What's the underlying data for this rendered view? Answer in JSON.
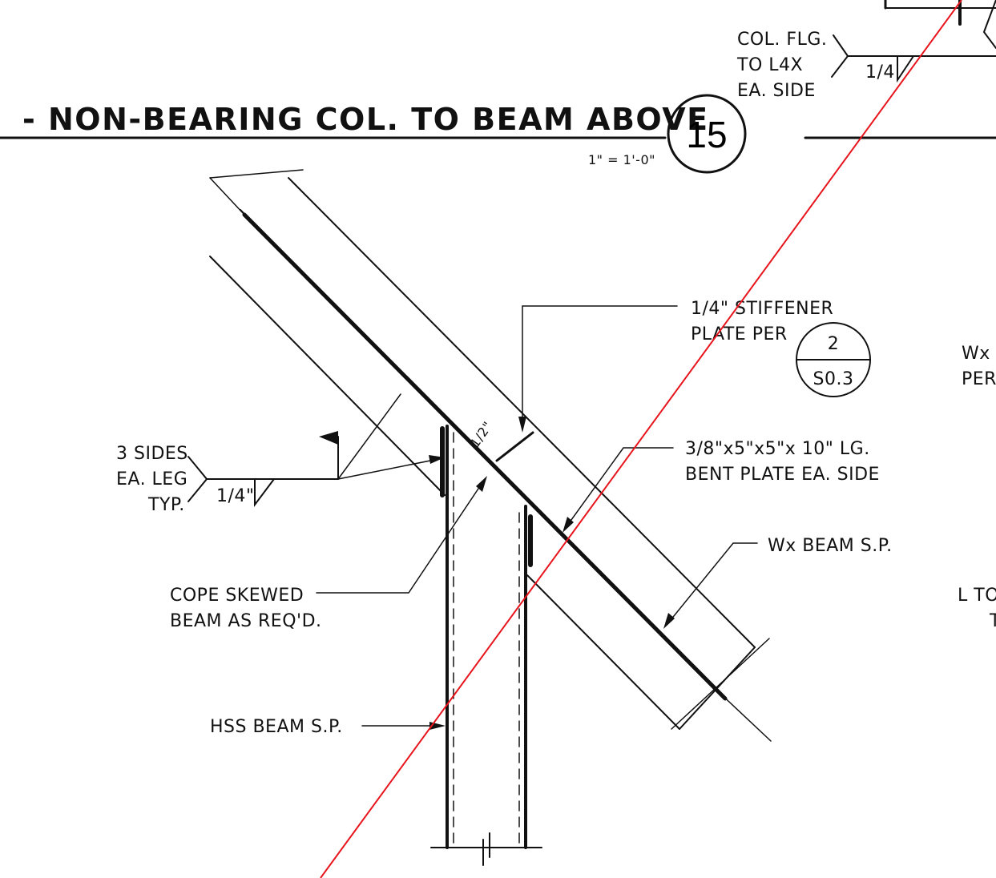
{
  "title": {
    "text": "- NON-BEARING COL. TO BEAM ABOVE",
    "detail_number": "15",
    "scale": "1\" = 1'-0\""
  },
  "top_right_callout": {
    "line1": "COL. FLG.",
    "line2": "TO L4X",
    "line3": "EA. SIDE",
    "weld_size": "1/4"
  },
  "callouts": {
    "stiffener_line1": "1/4\" STIFFENER",
    "stiffener_line2": "PLATE PER",
    "stiffener_ref_top": "2",
    "stiffener_ref_bottom": "S0.3",
    "bent_plate_line1": "3/8\"x5\"x5\"x 10\" LG.",
    "bent_plate_line2": "BENT PLATE EA. SIDE",
    "wx_beam": "Wx BEAM S.P.",
    "weld_line1": "3 SIDES",
    "weld_line2": "EA. LEG",
    "weld_line3": "TYP.",
    "weld_size": "1/4\"",
    "gap": "1/2\"",
    "cope_line1": "COPE SKEWED",
    "cope_line2": "BEAM AS REQ'D.",
    "hss_beam": "HSS BEAM S.P."
  },
  "right_edge_fragments": {
    "frag1": "Wx",
    "frag2": "PER",
    "frag3": "L TO",
    "frag4": "T"
  },
  "colors": {
    "ink": "#111111",
    "markup_line": "#e8141c",
    "background": "#ffffff"
  }
}
